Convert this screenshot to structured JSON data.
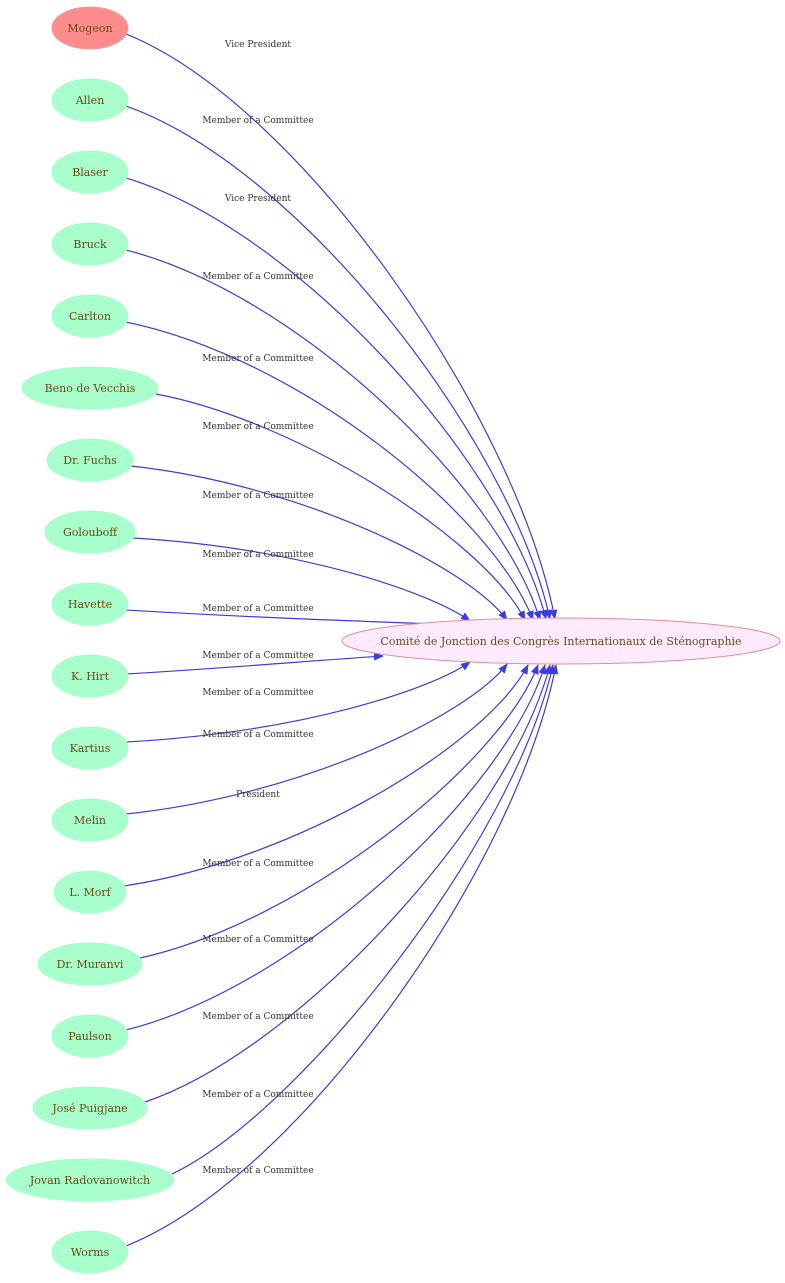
{
  "colors": {
    "edge": "#3b3be0",
    "person_fill": "#a8ffcc",
    "highlight_fill": "#ff8c8c",
    "target_fill": "#fdeaff",
    "target_stroke": "#e09090"
  },
  "target": {
    "label": "Comité de Jonction des Congrès Internationaux de Sténographie"
  },
  "people": [
    {
      "label": "Mogeon",
      "role": "Vice President",
      "highlight": true
    },
    {
      "label": "Allen",
      "role": "Member of a Committee"
    },
    {
      "label": "Blaser",
      "role": "Vice President"
    },
    {
      "label": "Bruck",
      "role": "Member of a Committee"
    },
    {
      "label": "Carlton",
      "role": "Member of a Committee"
    },
    {
      "label": "Beno  de Vecchis",
      "role": "Member of a Committee"
    },
    {
      "label": "Dr. Fuchs",
      "role": "Member of a Committee"
    },
    {
      "label": "Golouboff",
      "role": "Member of a Committee"
    },
    {
      "label": "Havette",
      "role": "Member of a Committee"
    },
    {
      "label": "K.  Hirt",
      "role": "Member of a Committee"
    },
    {
      "label": "Kartius",
      "role": "Member of a Committee"
    },
    {
      "label": "Melin",
      "role": "Member of a Committee"
    },
    {
      "label": "L.  Morf",
      "role": "President"
    },
    {
      "label": "Dr. Muranvi",
      "role": "Member of a Committee"
    },
    {
      "label": "Paulson",
      "role": "Member of a Committee"
    },
    {
      "label": "José Puigjane",
      "role": "Member of a Committee"
    },
    {
      "label": "Jovan Radovanowitch",
      "role": "Member of a Committee"
    },
    {
      "label": "Worms",
      "role": "Member of a Committee"
    }
  ]
}
